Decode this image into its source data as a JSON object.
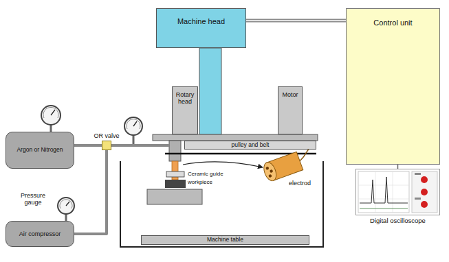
{
  "diagram": {
    "nodes": [
      {
        "text": [
          "Machine head"
        ]
      },
      {
        "text": [
          "Control unit"
        ]
      },
      {
        "text": [
          "Rotary head"
        ]
      },
      {
        "text": [
          "Motor"
        ]
      },
      {
        "text": [
          "pulley and belt"
        ]
      },
      {
        "text": [
          "Argon or Nitrogen"
        ]
      },
      {
        "text": [
          "OR valve"
        ]
      },
      {
        "text": [
          "Air compressor"
        ]
      },
      {
        "text": [
          "Machine table"
        ]
      },
      {
        "text": [
          "Digital oscilloscope"
        ]
      }
    ],
    "edges": [
      {
        "from": 0,
        "to": 1,
        "arrow": "none"
      },
      {
        "from": 1,
        "to": 9,
        "arrow": "none"
      },
      {
        "from": 5,
        "to": 6,
        "arrow": "none"
      },
      {
        "from": 7,
        "to": 6,
        "arrow": "none"
      }
    ],
    "labels": [
      "Pressure gauge",
      "Ceramic guide",
      "workpiece",
      "electrod"
    ]
  }
}
